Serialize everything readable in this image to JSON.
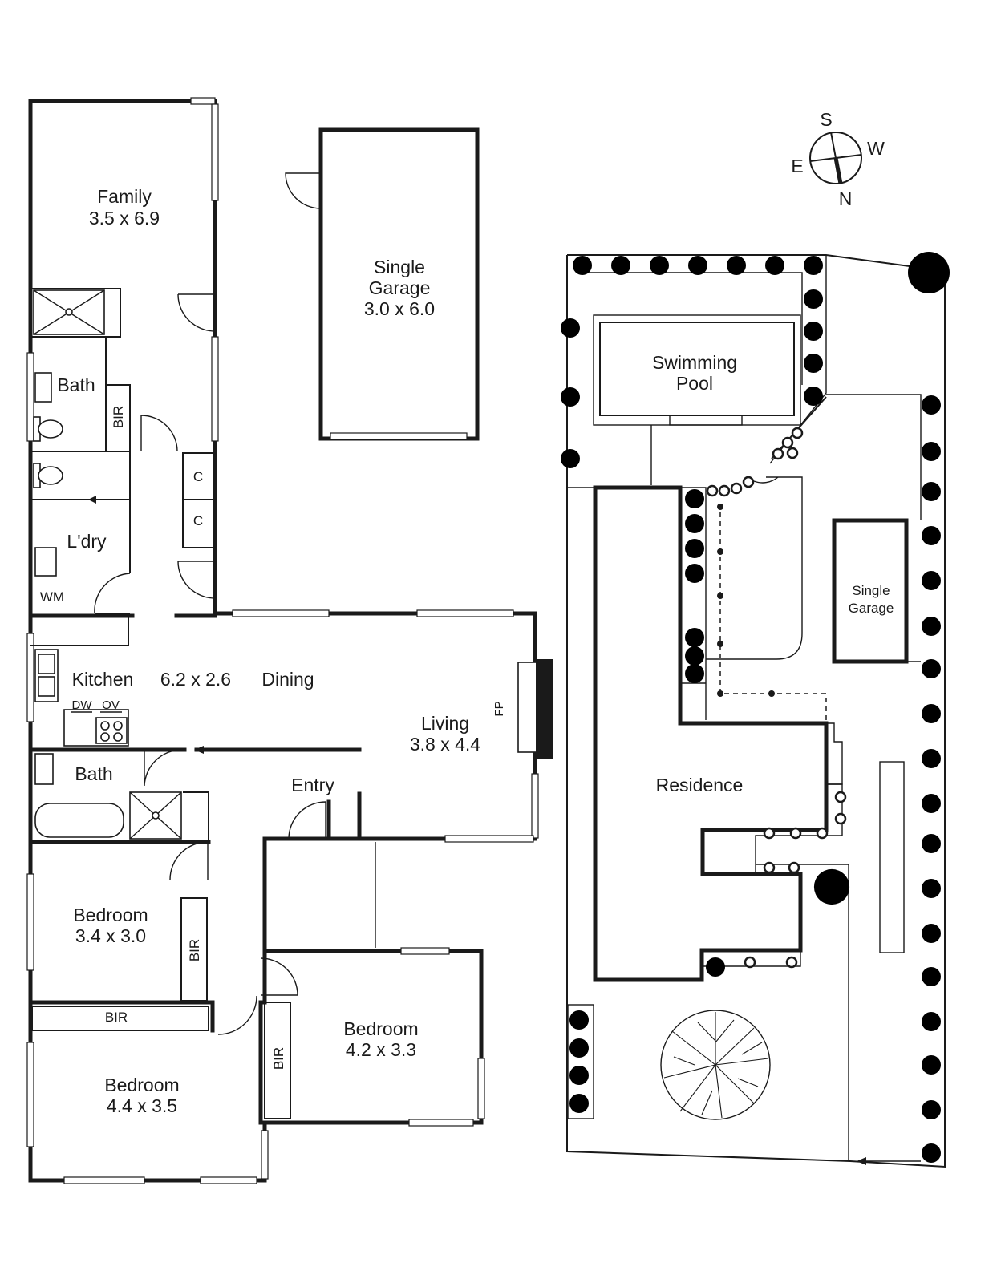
{
  "rooms": {
    "family": {
      "name": "Family",
      "size": "3.5 x 6.9"
    },
    "garage": {
      "name1": "Single",
      "name2": "Garage",
      "size": "3.0 x 6.0"
    },
    "bath1": {
      "name": "Bath",
      "bir": "BIR"
    },
    "cupboard": {
      "label": "C"
    },
    "laundry": {
      "name": "L'dry",
      "wm": "WM"
    },
    "kitchen": {
      "name": "Kitchen",
      "size": "6.2 x 2.6",
      "dining": "Dining",
      "dw": "DW",
      "ov": "OV"
    },
    "living": {
      "name": "Living",
      "size": "3.8 x 4.4",
      "fp": "FP"
    },
    "bath2": {
      "name": "Bath"
    },
    "entry": {
      "name": "Entry"
    },
    "bedroom1": {
      "name": "Bedroom",
      "size": "3.4 x 3.0",
      "bir": "BIR"
    },
    "bedroom2": {
      "name": "Bedroom",
      "size": "4.4 x 3.5",
      "bir": "BIR"
    },
    "bedroom3": {
      "name": "Bedroom",
      "size": "4.2 x 3.3",
      "bir": "BIR"
    }
  },
  "site": {
    "pool": {
      "name1": "Swimming",
      "name2": "Pool"
    },
    "residence": {
      "name": "Residence"
    },
    "garage": {
      "name1": "Single",
      "name2": "Garage"
    }
  },
  "compass": {
    "s": "S",
    "w": "W",
    "e": "E",
    "n": "N"
  }
}
